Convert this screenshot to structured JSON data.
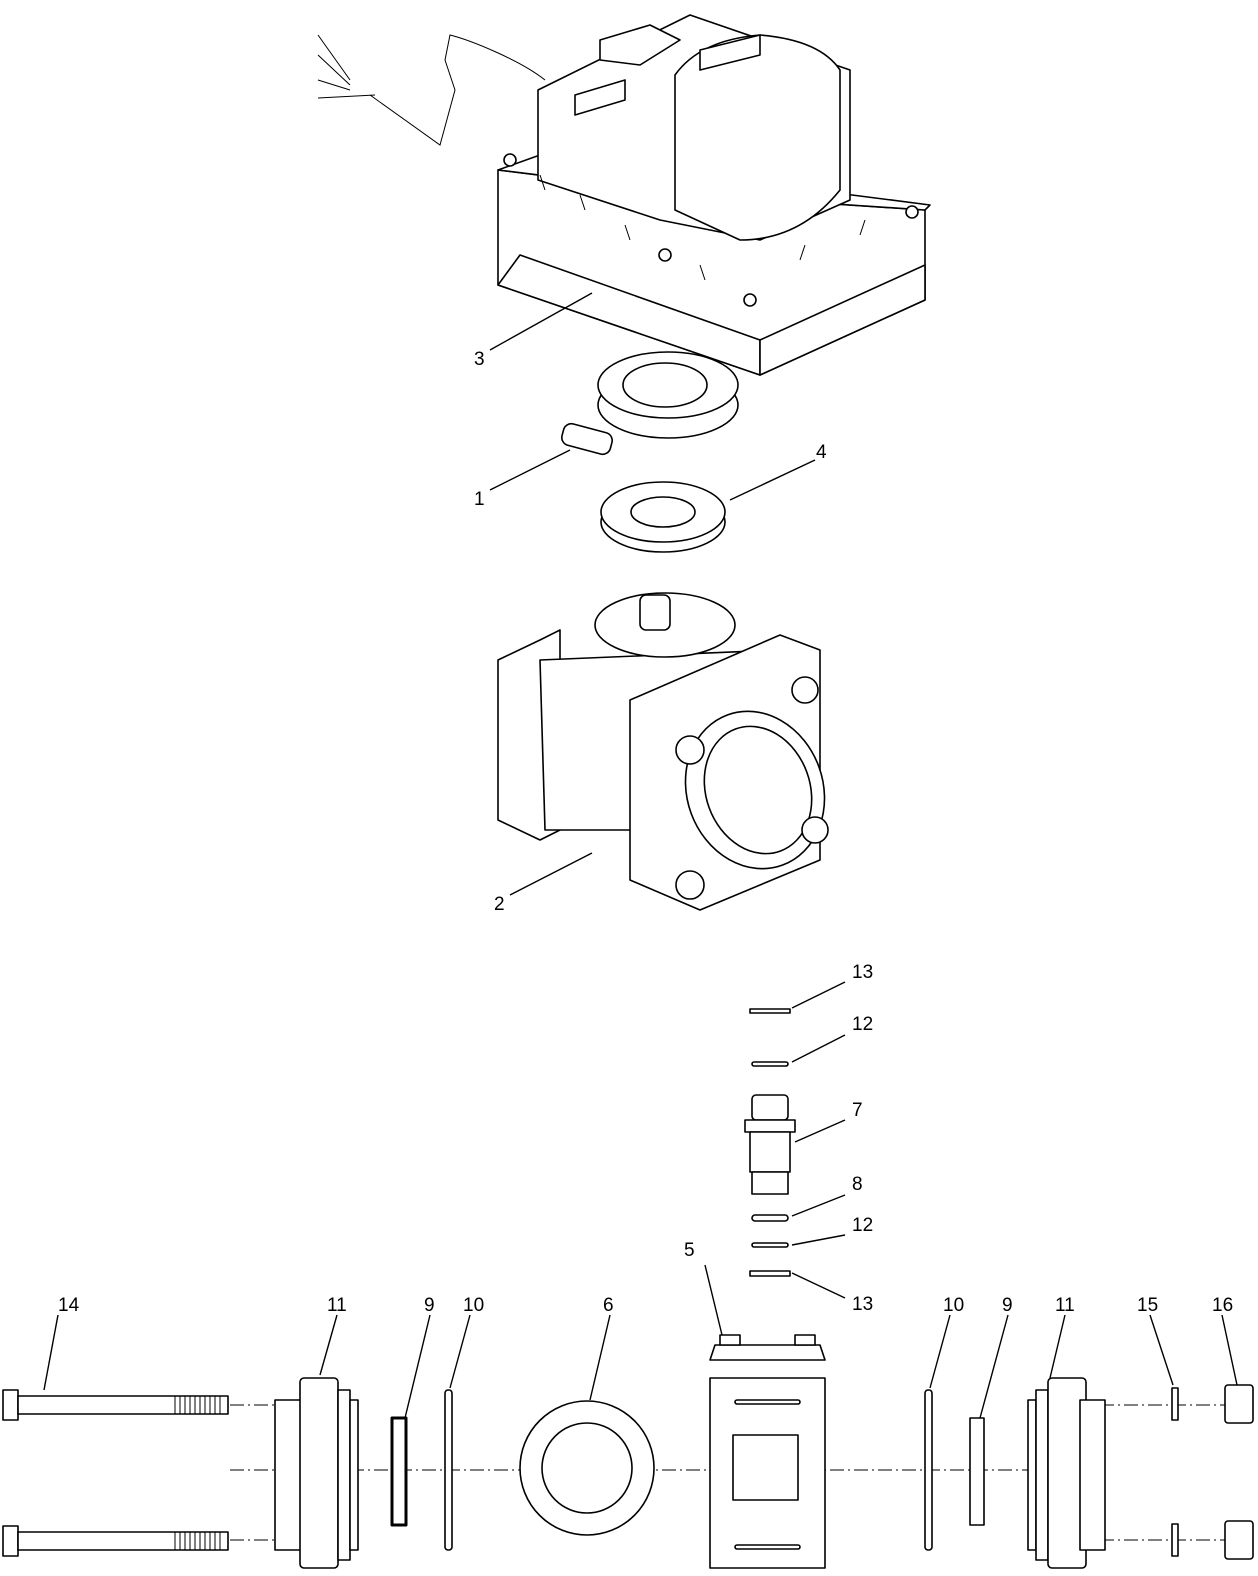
{
  "diagram": {
    "callouts": [
      "3",
      "1",
      "4",
      "2",
      "13",
      "12",
      "7",
      "8",
      "12",
      "13",
      "5",
      "14",
      "11",
      "9",
      "10",
      "6",
      "10",
      "9",
      "11",
      "15",
      "16"
    ]
  }
}
